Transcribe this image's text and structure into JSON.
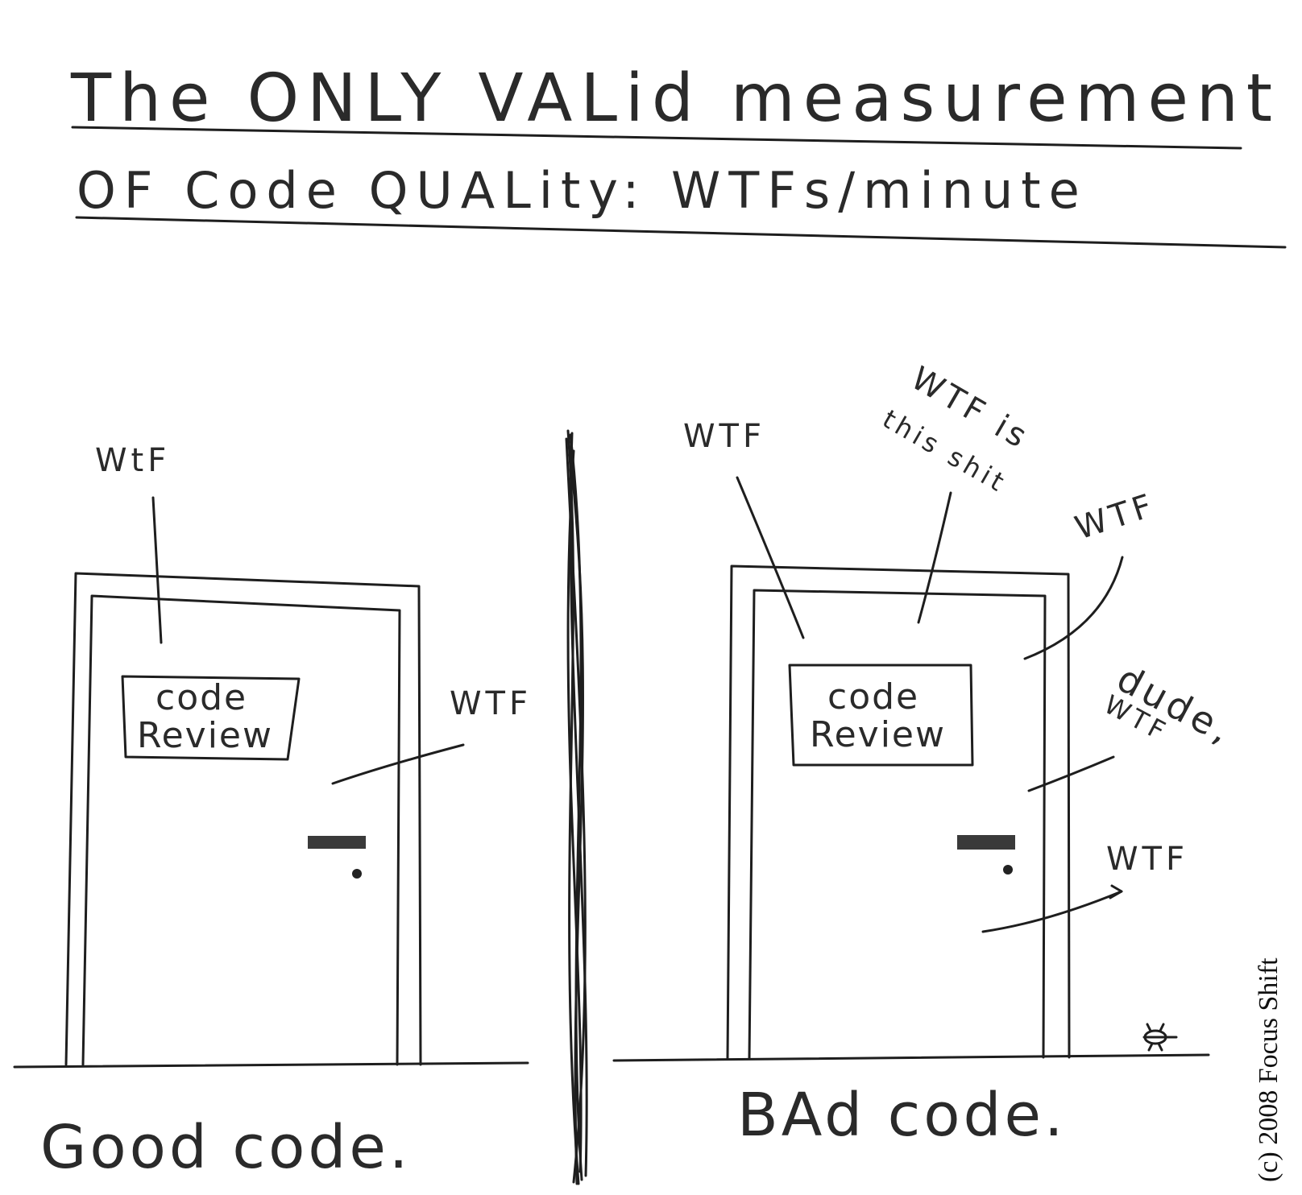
{
  "title": {
    "line1": "The ONLY VALid measurement",
    "line2": "OF Code QUALity: WTFs/minute"
  },
  "left_panel": {
    "sign": {
      "line1": "code",
      "line2": "Review"
    },
    "wtf_labels": [
      "WtF",
      "WTF"
    ],
    "caption": "Good code."
  },
  "right_panel": {
    "sign": {
      "line1": "code",
      "line2": "Review"
    },
    "wtf_labels": [
      "WTF",
      "WTF",
      "WTF",
      "WTF"
    ],
    "wtf_curved": [
      "WTF is",
      "this shit"
    ],
    "dude": "dude,",
    "caption": "BAd code."
  },
  "copyright": "(c) 2008 Focus Shift"
}
